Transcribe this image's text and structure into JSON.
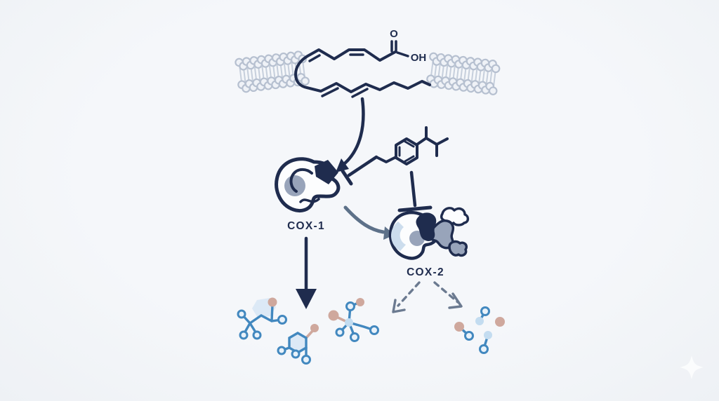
{
  "diagram": {
    "labels": {
      "enzyme1": "COX-1",
      "enzyme2": "COX-2",
      "carbonyl_oxygen": "O",
      "hydroxyl_group": "OH"
    },
    "colors": {
      "bg": "#f5f7fa",
      "bg_edge": "#eef1f5",
      "navy": "#1f2c4e",
      "slate_arrow": "#5d7189",
      "dashed_arrow": "#6b7a90",
      "membrane": "#b6c0d0",
      "membrane_tail": "#c6cfdc",
      "membrane_head_fill": "#eff2f7",
      "enzyme_gray": "#98a4ba",
      "enzyme_light_blue": "#ccdded",
      "enzyme_white": "#fcfdfe",
      "molecule_blue": "#4288bf",
      "molecule_light_blue": "#c3dcf0",
      "molecule_node_fill": "#e9f2fa",
      "molecule_tan": "#cfa89d",
      "hexagon_fill": "#d9e7f5"
    },
    "icons": [
      {
        "name": "lipid-bilayer-left-icon",
        "meaning": "cell membrane lipid bilayer segment"
      },
      {
        "name": "lipid-bilayer-right-icon",
        "meaning": "cell membrane lipid bilayer segment"
      },
      {
        "name": "arachidonic-acid-structure",
        "meaning": "polyunsaturated fatty acid skeletal formula with carboxylic acid group"
      },
      {
        "name": "nsaid-molecule-structure",
        "meaning": "ibuprofen-like NSAID skeletal formula"
      },
      {
        "name": "cox1-enzyme-icon",
        "meaning": "COX-1 enzyme blob with bound inhibitor wedge"
      },
      {
        "name": "cox2-enzyme-icon",
        "meaning": "COX-2 enzyme blob with bound inhibitor wedge"
      },
      {
        "name": "substrate-arrow",
        "meaning": "curved arrow from fatty acid to COX-1"
      },
      {
        "name": "cox1-to-cox2-arrow",
        "meaning": "curved gray arrow from COX-1 to COX-2"
      },
      {
        "name": "inhibition-tbar-cox1",
        "meaning": "inhibition T-bar from drug to COX-1"
      },
      {
        "name": "inhibition-tbar-cox2",
        "meaning": "inhibition T-bar from drug to COX-2"
      },
      {
        "name": "cox1-product-arrow",
        "meaning": "solid arrow from COX-1 to product molecules"
      },
      {
        "name": "cox2-product-arrow-left",
        "meaning": "dashed arrow from COX-2 to products"
      },
      {
        "name": "cox2-product-arrow-right",
        "meaning": "dashed arrow from COX-2 to products"
      },
      {
        "name": "prostaglandin-molecule-cluster",
        "meaning": "simplified prostaglandin product molecules"
      },
      {
        "name": "small-product-molecules",
        "meaning": "small dissociated product molecules"
      },
      {
        "name": "sparkle-watermark-icon",
        "meaning": "faint four-point star watermark"
      }
    ]
  }
}
